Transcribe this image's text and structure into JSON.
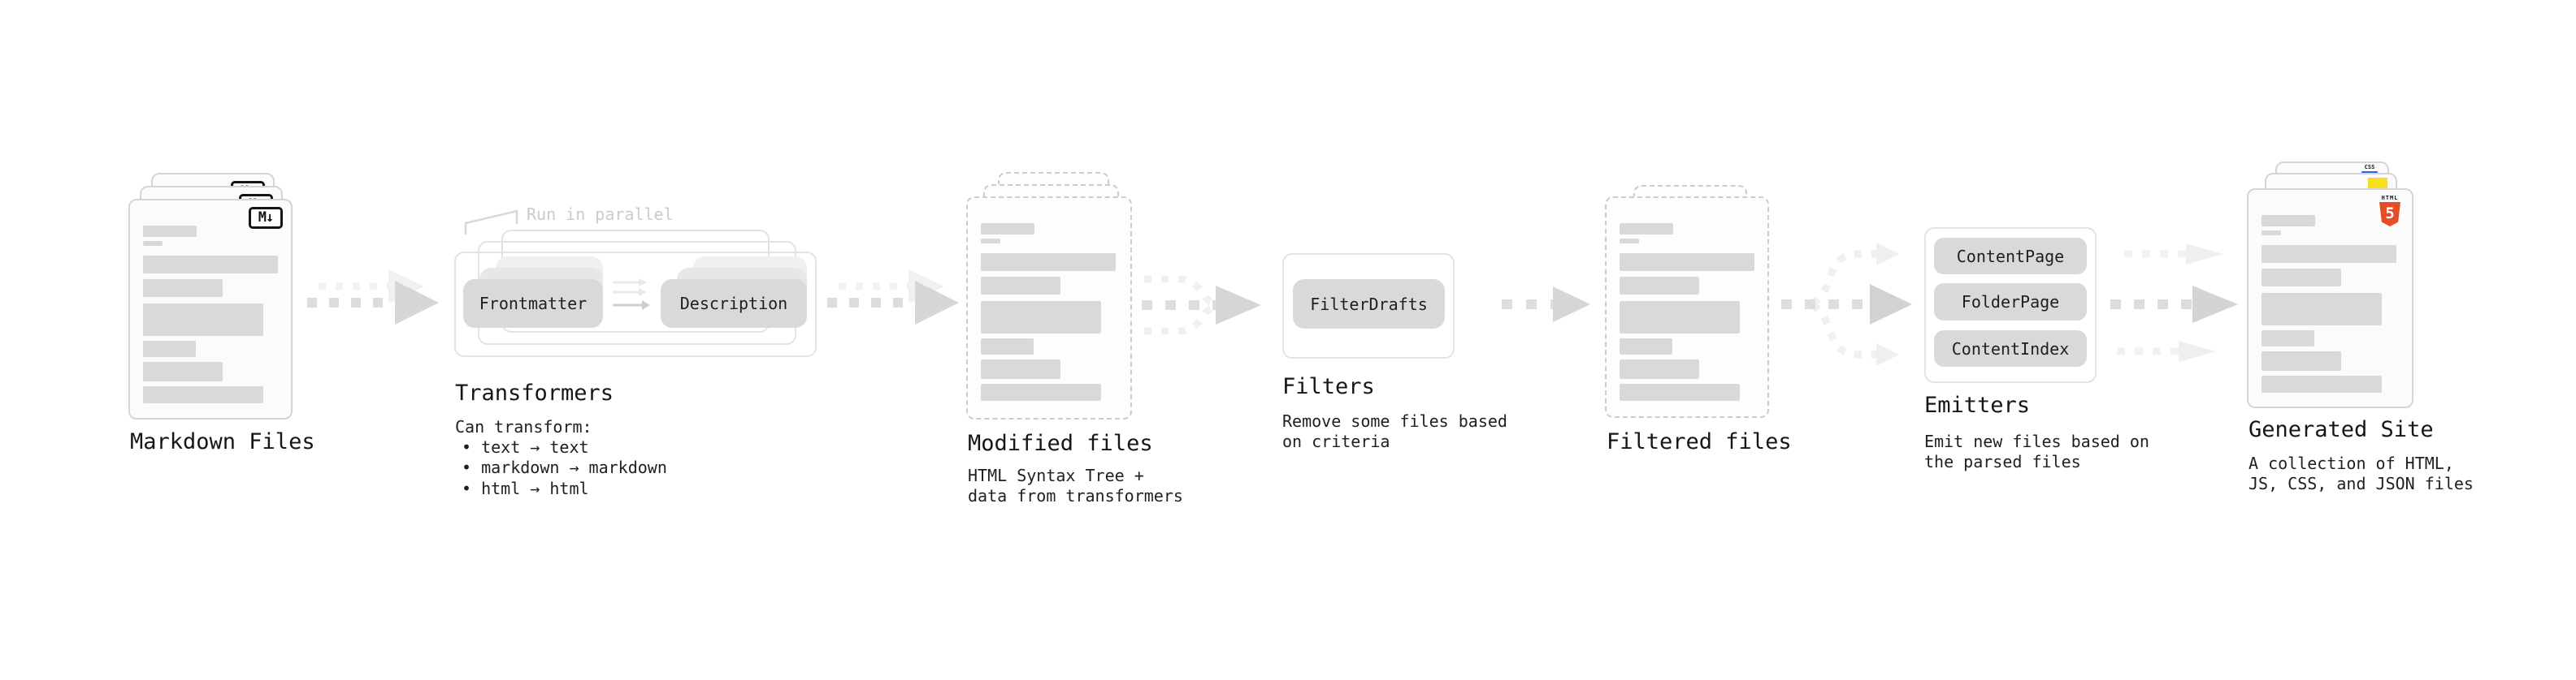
{
  "stages": {
    "markdown_files": {
      "label": "Markdown Files",
      "badge": "M↓"
    },
    "transformers": {
      "label": "Transformers",
      "annotation": "Run in parallel",
      "pills": [
        "Frontmatter",
        "Description"
      ],
      "desc_title": "Can transform:",
      "bullets": [
        "• text → text",
        "• markdown → markdown",
        "• html → html"
      ]
    },
    "modified_files": {
      "label": "Modified files",
      "desc": [
        "HTML Syntax Tree +",
        "data from transformers"
      ]
    },
    "filters": {
      "label": "Filters",
      "pills": [
        "FilterDrafts"
      ],
      "desc": [
        "Remove some files based",
        "on criteria"
      ]
    },
    "filtered_files": {
      "label": "Filtered files"
    },
    "emitters": {
      "label": "Emitters",
      "pills": [
        "ContentPage",
        "FolderPage",
        "ContentIndex"
      ],
      "desc": [
        "Emit new files based on",
        "the parsed files"
      ]
    },
    "generated_site": {
      "label": "Generated Site",
      "badges": {
        "css_word": "CSS",
        "html5_word": "HTML",
        "html5_number": "5"
      },
      "desc": [
        "A collection of HTML,",
        "JS, CSS, and JSON files"
      ]
    }
  },
  "colors": {
    "html5_orange": "#e44d26",
    "js_yellow": "#f7df1e",
    "css_blue": "#2965f1",
    "skeleton_gray": "#d9d9d9",
    "pill_gray": "#d9d9d9",
    "arrow_gray": "#dcdcdc",
    "arrow_ghost": "#f0f0f0",
    "annotation_gray": "#cbcbcb"
  }
}
